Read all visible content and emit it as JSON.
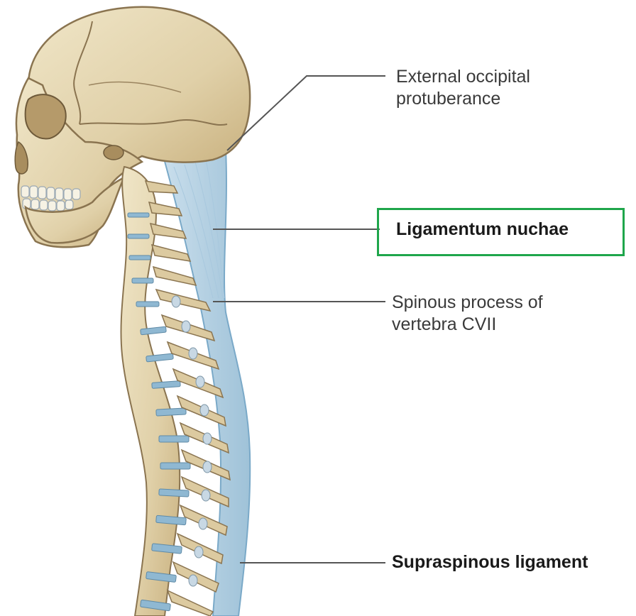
{
  "labels": {
    "external_occipital_protuberance": [
      "External occipital",
      "protuberance"
    ],
    "ligamentum_nuchae": "Ligamentum nuchae",
    "spinous_process": [
      "Spinous process of",
      "vertebra CVII"
    ],
    "supraspinous_ligament": "Supraspinous ligament"
  },
  "highlighted_label": "Ligamentum nuchae",
  "colors": {
    "bone": "#e2d4b0",
    "bone_shadow": "#bfa878",
    "ligament": "#9ec4dc",
    "disc": "#8fb8d2",
    "leader_line": "#555555",
    "highlight_box": "#1fa64b"
  }
}
